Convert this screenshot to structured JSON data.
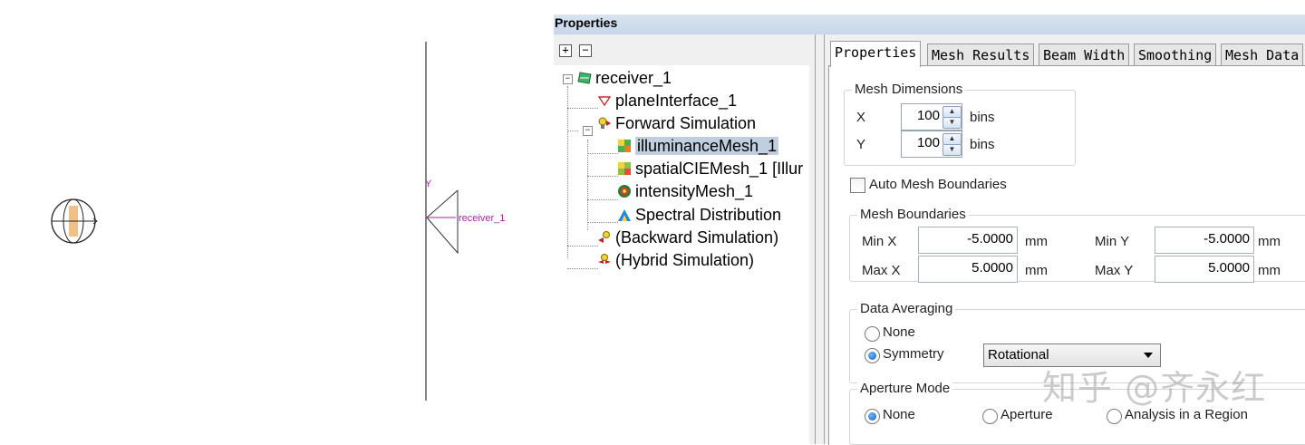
{
  "canvas": {
    "axis_label": "Y",
    "receiver_label": "receiver_1"
  },
  "window": {
    "title": "Properties"
  },
  "tree_toolbar": {
    "expand_all": "+",
    "collapse_all": "−"
  },
  "tree": {
    "items": [
      {
        "label": "receiver_1",
        "icon": "receiver-icon"
      },
      {
        "label": "planeInterface_1",
        "icon": "plane-interface-icon"
      },
      {
        "label": "Forward Simulation",
        "icon": "forward-simulation-icon"
      },
      {
        "label": "illuminanceMesh_1",
        "icon": "mesh-icon",
        "selected": true
      },
      {
        "label": "spatialCIEMesh_1 [Illur",
        "icon": "cie-mesh-icon"
      },
      {
        "label": "intensityMesh_1",
        "icon": "intensity-mesh-icon"
      },
      {
        "label": "Spectral Distribution",
        "icon": "spectral-icon"
      },
      {
        "label": "(Backward Simulation)",
        "icon": "backward-simulation-icon"
      },
      {
        "label": "(Hybrid Simulation)",
        "icon": "hybrid-simulation-icon"
      }
    ]
  },
  "tabs": [
    {
      "label": "Properties",
      "active": true
    },
    {
      "label": "Mesh Results"
    },
    {
      "label": "Beam Width"
    },
    {
      "label": "Smoothing"
    },
    {
      "label": "Mesh Data"
    }
  ],
  "mesh_dimensions": {
    "title": "Mesh Dimensions",
    "x_label": "X",
    "x_value": "100",
    "y_label": "Y",
    "y_value": "100",
    "unit": "bins"
  },
  "auto_mesh_boundaries": {
    "label": "Auto Mesh Boundaries",
    "checked": false
  },
  "mesh_boundaries": {
    "title": "Mesh Boundaries",
    "min_x_label": "Min X",
    "min_x_value": "-5.0000",
    "max_x_label": "Max X",
    "max_x_value": "5.0000",
    "min_y_label": "Min Y",
    "min_y_value": "-5.0000",
    "max_y_label": "Max Y",
    "max_y_value": "5.0000",
    "unit": "mm"
  },
  "data_averaging": {
    "title": "Data Averaging",
    "none_label": "None",
    "symmetry_label": "Symmetry",
    "selected": "Symmetry",
    "symmetry_select_value": "Rotational"
  },
  "aperture_mode": {
    "title": "Aperture Mode",
    "options": [
      "None",
      "Aperture",
      "Analysis in a Region"
    ],
    "selected": "None"
  },
  "watermark": "知乎 @齐永红"
}
